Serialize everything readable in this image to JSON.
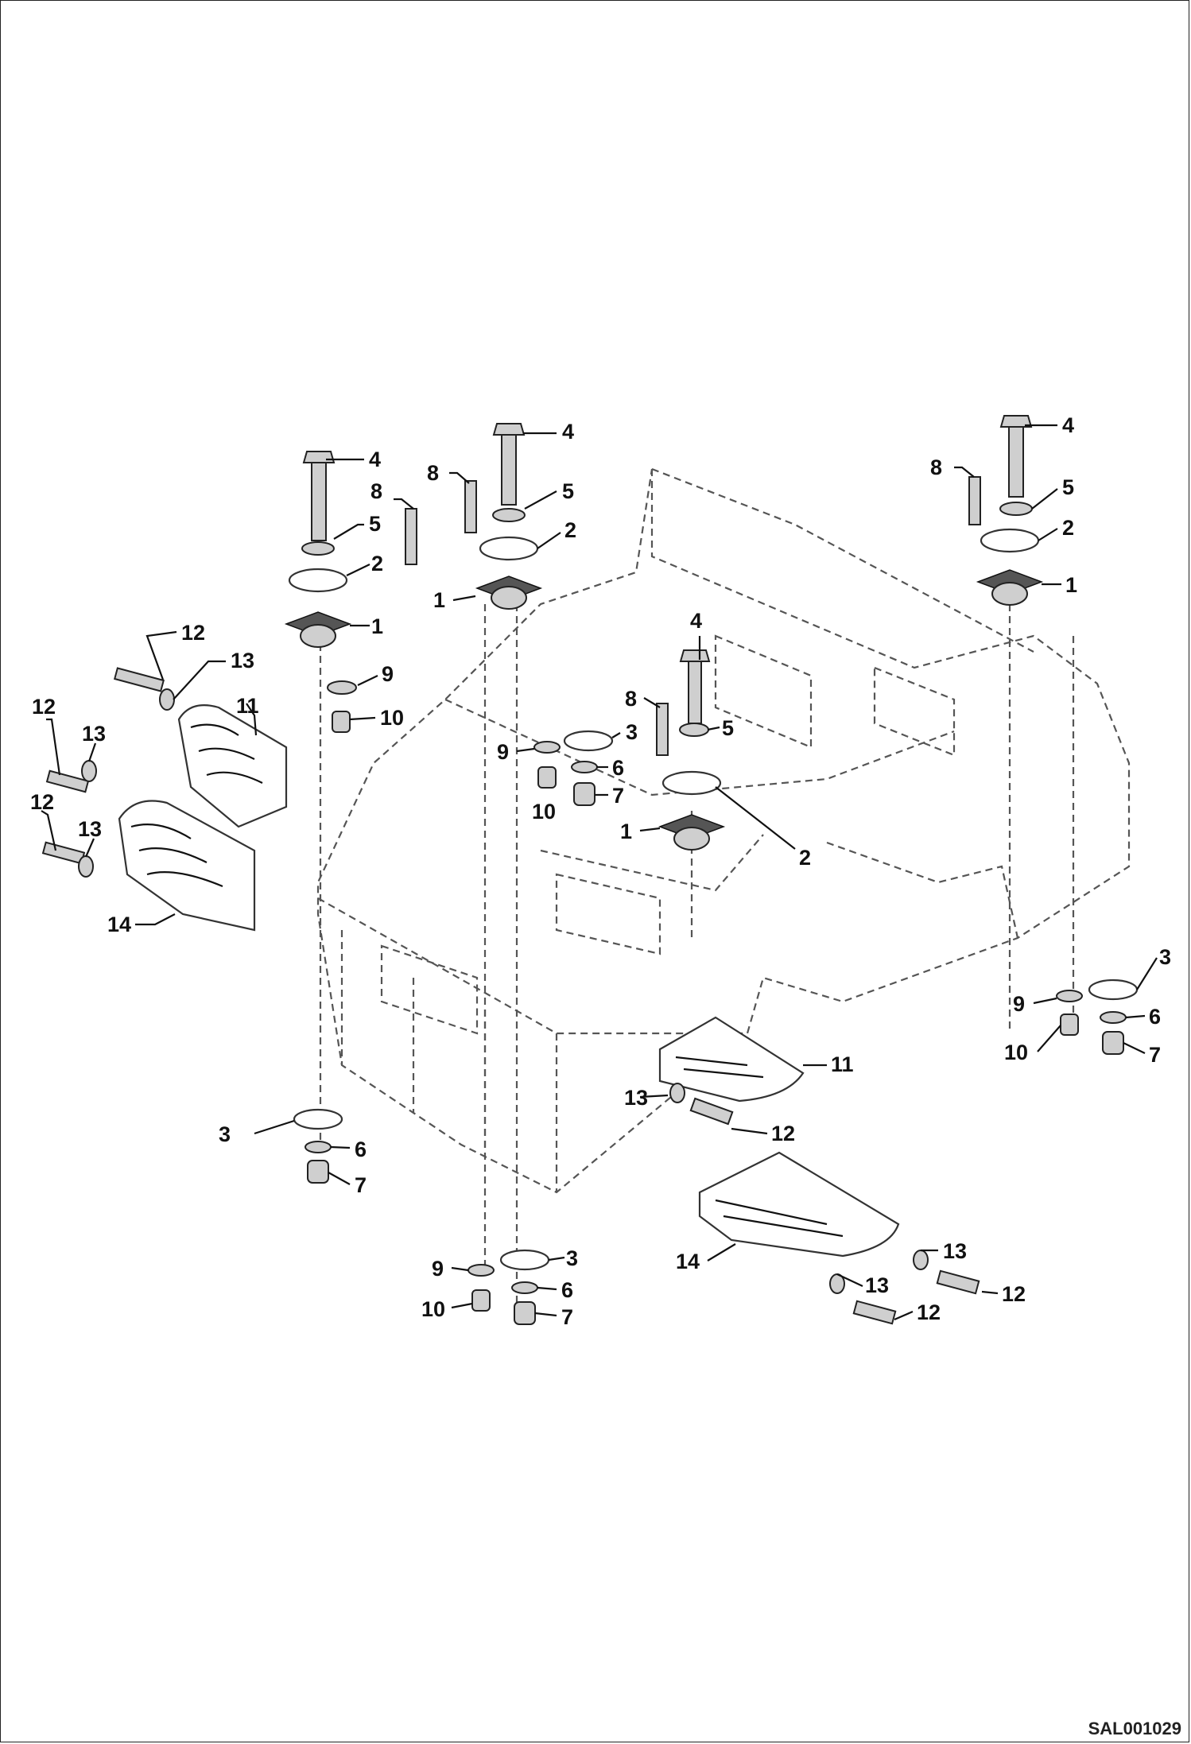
{
  "drawing_code": "SAL001029",
  "callouts": {
    "c1": "1",
    "c2": "2",
    "c3": "3",
    "c4": "4",
    "c5": "5",
    "c6": "6",
    "c7": "7",
    "c8": "8",
    "c9": "9",
    "c10": "10",
    "c11": "11",
    "c12": "12",
    "c13": "13",
    "c14": "14"
  }
}
